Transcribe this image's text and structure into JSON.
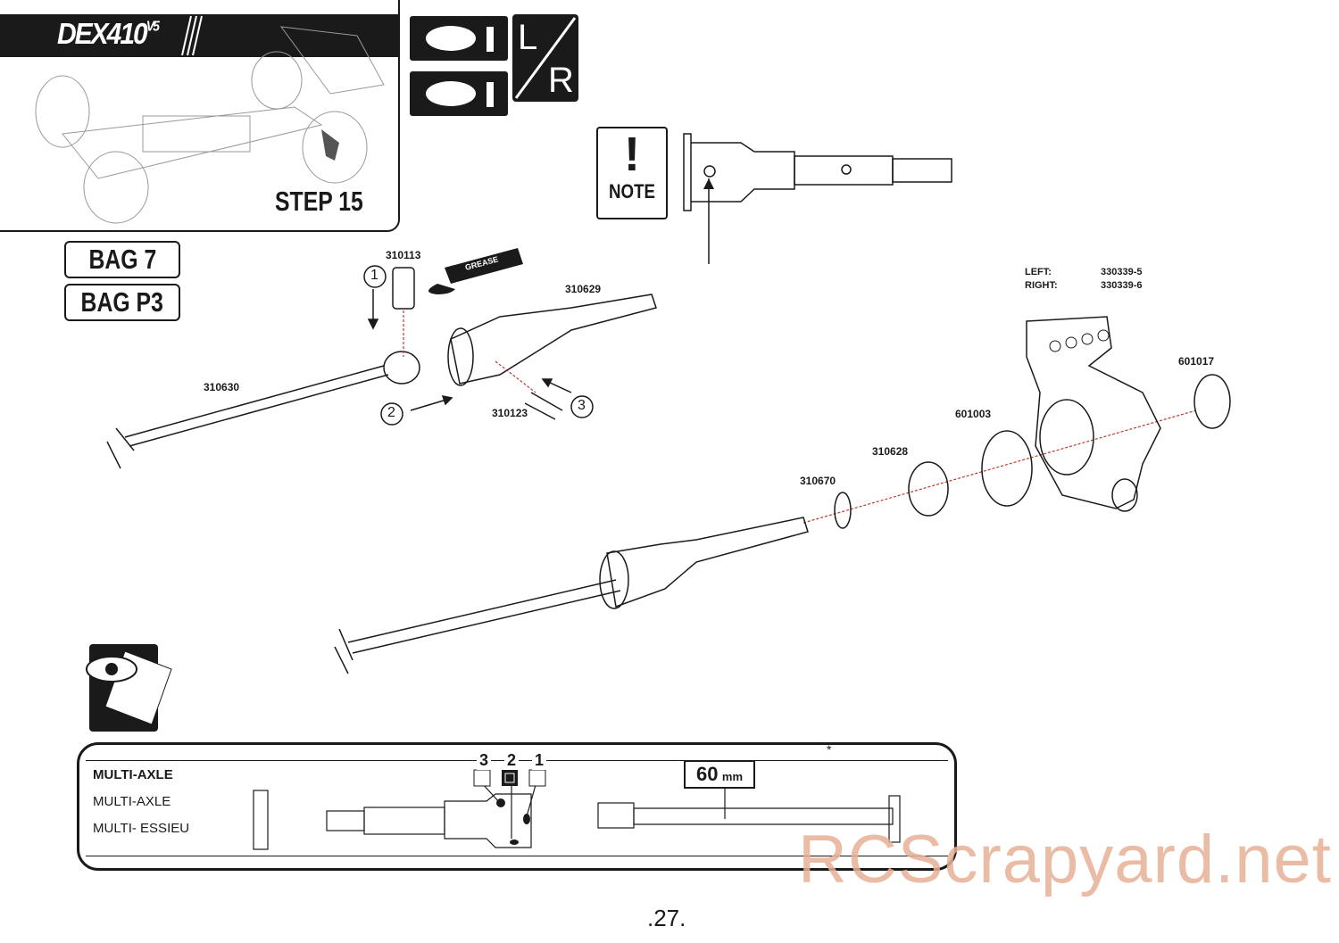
{
  "header": {
    "logo": "DEX410",
    "logo_version": "V5",
    "step": "STEP 15"
  },
  "bags": [
    "BAG 7",
    "BAG P3"
  ],
  "lr_badge": {
    "left": "L",
    "right": "R"
  },
  "note": {
    "mark": "!",
    "label": "NOTE"
  },
  "parts": {
    "p310113": "310113",
    "grease": "GREASE",
    "p310629": "310629",
    "p310630": "310630",
    "p310123": "310123",
    "p310670": "310670",
    "p310628": "310628",
    "p601003": "601003",
    "p601017": "601017",
    "hub_left_label": "LEFT:",
    "hub_left": "330339-5",
    "hub_right_label": "RIGHT:",
    "hub_right": "330339-6"
  },
  "steps": [
    "1",
    "2",
    "3"
  ],
  "multi_axle": {
    "title": "MULTI-AXLE",
    "line2": "MULTI-AXLE",
    "line3": "MULTI- ESSIEU",
    "positions": [
      "3",
      "2",
      "1"
    ],
    "length_value": "60",
    "length_unit": "mm",
    "asterisk": "*"
  },
  "watermark": "RCScrapyard.net",
  "page_number": ".27."
}
